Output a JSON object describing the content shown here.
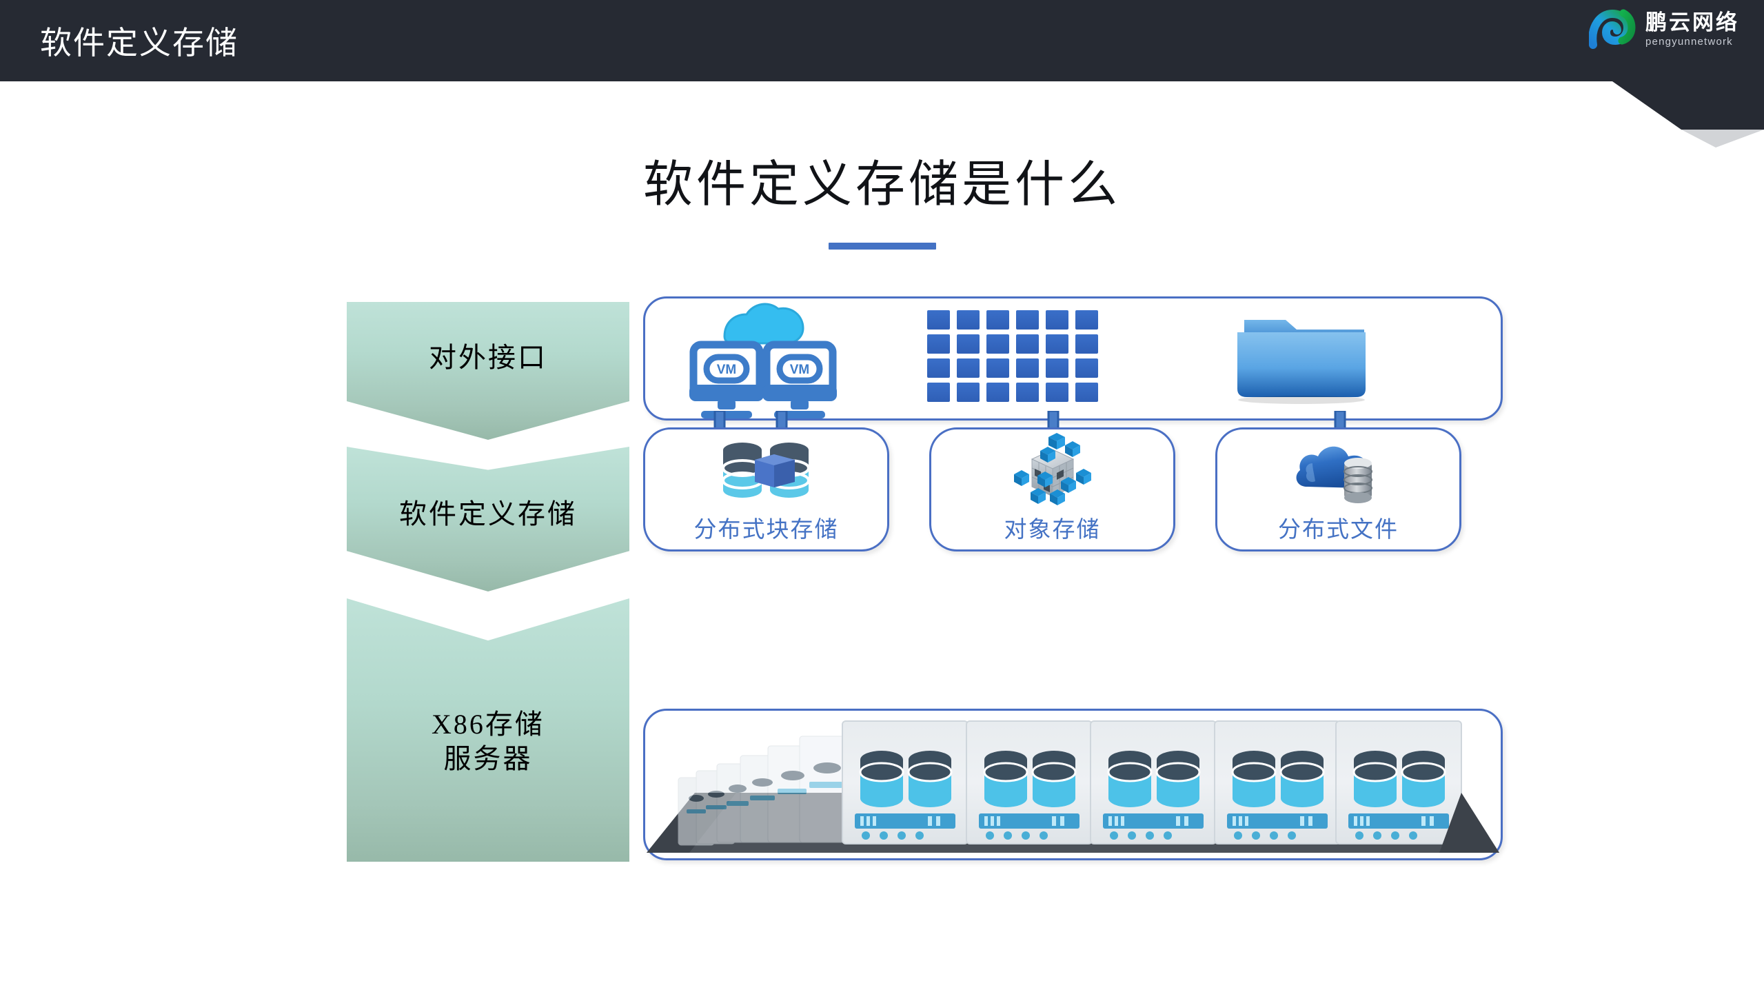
{
  "header": {
    "title": "软件定义存储",
    "logo": {
      "cn": "鹏云网络",
      "en": "pengyunnetwork",
      "mark_name": "pengyun-swoosh-logo",
      "bar_color": "#262a33"
    }
  },
  "main": {
    "title": "软件定义存储是什么",
    "accent_color": "#4472c4"
  },
  "layers": [
    {
      "label": "对外接口",
      "lines": [
        "对外接口"
      ]
    },
    {
      "label": "软件定义存储",
      "lines": [
        "软件定义存储"
      ]
    },
    {
      "label": "X86存储服务器",
      "lines": [
        "X86存储",
        "服务器"
      ]
    }
  ],
  "interface_panel": {
    "items": [
      {
        "name": "cloud-vm-icon",
        "label": "VM"
      },
      {
        "name": "vm-badge-2",
        "label": "VM"
      },
      {
        "name": "block-grid-icon",
        "columns": 6,
        "rows": 4
      },
      {
        "name": "folder-icon"
      }
    ]
  },
  "storage_cards": [
    {
      "label": "分布式块存储",
      "icon": "block-storage-icon"
    },
    {
      "label": "对象存储",
      "icon": "object-storage-cube-icon"
    },
    {
      "label": "分布式文件",
      "icon": "cloud-file-storage-icon"
    }
  ],
  "server_panel": {
    "name": "x86-server-rack-illustration",
    "server_count": 5
  },
  "colors": {
    "chevron_top": "#bfe2d8",
    "chevron_bottom": "#97b9a9",
    "panel_border": "#4a6fc4",
    "label_blue": "#4472c4",
    "arrow_fill": "#4a7ec8",
    "header_bg": "#262a33"
  }
}
